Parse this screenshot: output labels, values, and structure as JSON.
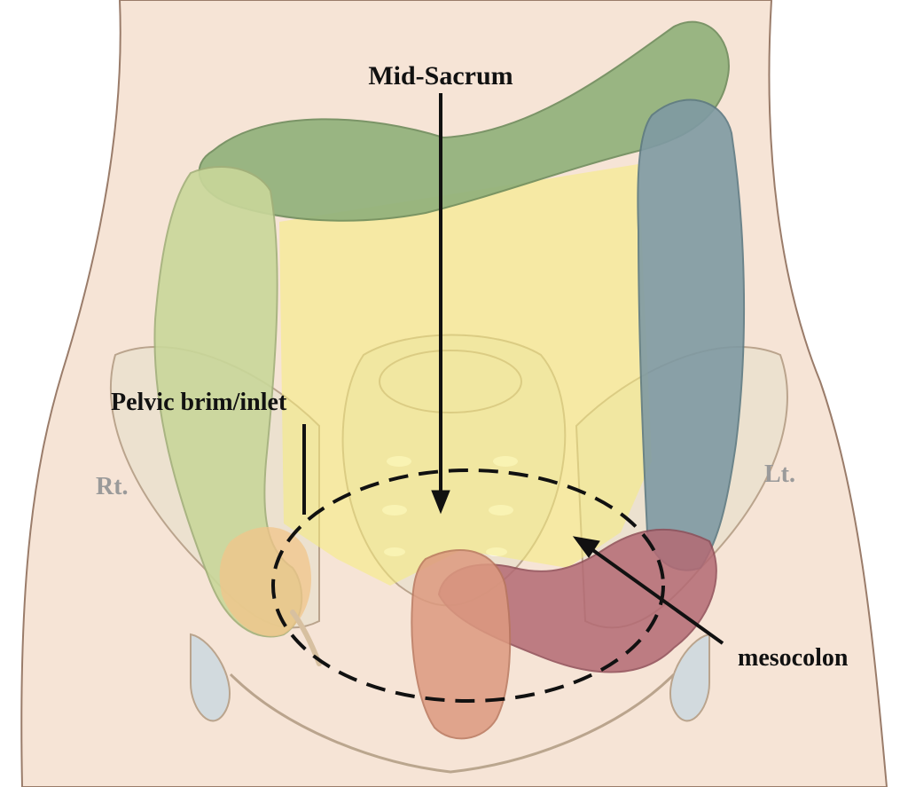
{
  "labels": {
    "mid_sacrum": "Mid-Sacrum",
    "pelvic_brim": "Pelvic brim/inlet",
    "right_side": "Rt.",
    "left_side": "Lt.",
    "mesocolon": "mesocolon"
  },
  "colors": {
    "skin": "#f6e4d6",
    "body_outline": "#9a7c6a",
    "bone": "#ece1cf",
    "bone_outline": "#b49e86",
    "ascending_colon": "#c9d79a",
    "transverse_colon": "#8fb07a",
    "descending_colon": "#7f9aa3",
    "sigmoid_colon": "#b46a74",
    "rectum": "#dd9a80",
    "mesentery_highlight": "#f6ec7c",
    "side_label": "#9a9a9a",
    "annotation": "#111111"
  }
}
